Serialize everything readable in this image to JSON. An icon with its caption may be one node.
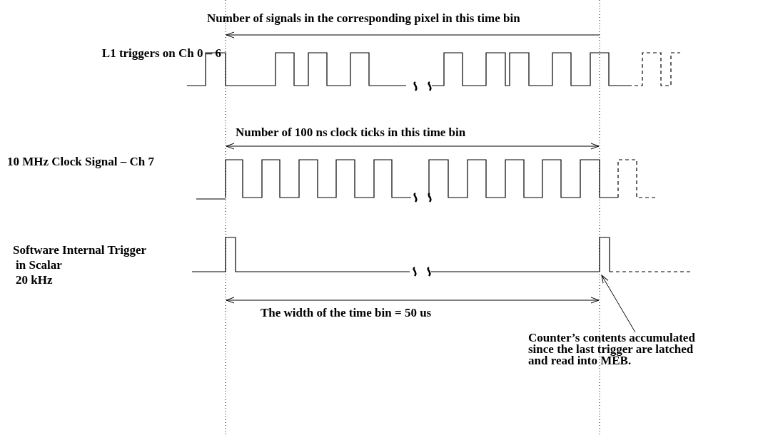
{
  "diagram": {
    "nodes": [
      {
        "text": [],
        "shape": "picture"
      },
      {
        "text": [
          "Counter’s contents accumulated since the last trigger are latched and read into MEB."
        ]
      }
    ],
    "edges": [
      {
        "from": 1,
        "to": 0,
        "arrow": "to"
      }
    ],
    "labels": [
      "Number of signals in the corresponding pixel in this time bin",
      "L1 triggers on Ch 0 – 6",
      "Number of 100 ns clock ticks in this time bin",
      "10 MHz Clock Signal – Ch 7",
      "Software Internal Trigger",
      "in Scalar",
      "20 kHz",
      "The width of the time bin = 50 us"
    ]
  }
}
